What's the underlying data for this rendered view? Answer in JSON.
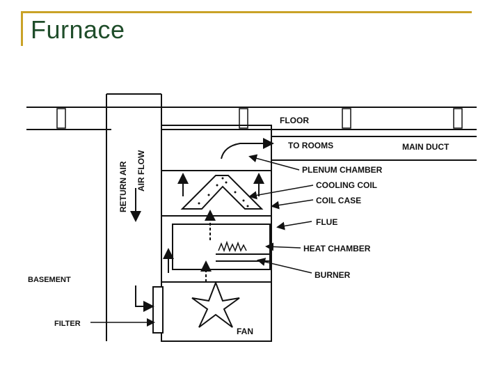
{
  "slide": {
    "title": "Furnace"
  },
  "labels": {
    "floor": "FLOOR",
    "to_rooms": "TO ROOMS",
    "main_duct": "MAIN DUCT",
    "plenum_chamber": "PLENUM CHAMBER",
    "cooling_coil": "COOLING COIL",
    "coil_case": "COIL CASE",
    "flue": "FLUE",
    "heat_chamber": "HEAT CHAMBER",
    "burner": "BURNER",
    "basement": "BASEMENT",
    "filter": "FILTER",
    "fan": "FAN",
    "return_air": "RETURN AIR",
    "air_flow": "AIR FLOW"
  },
  "colors": {
    "title": "#1f4d2a",
    "accent_rule": "#c9a227",
    "ink": "#111111"
  }
}
